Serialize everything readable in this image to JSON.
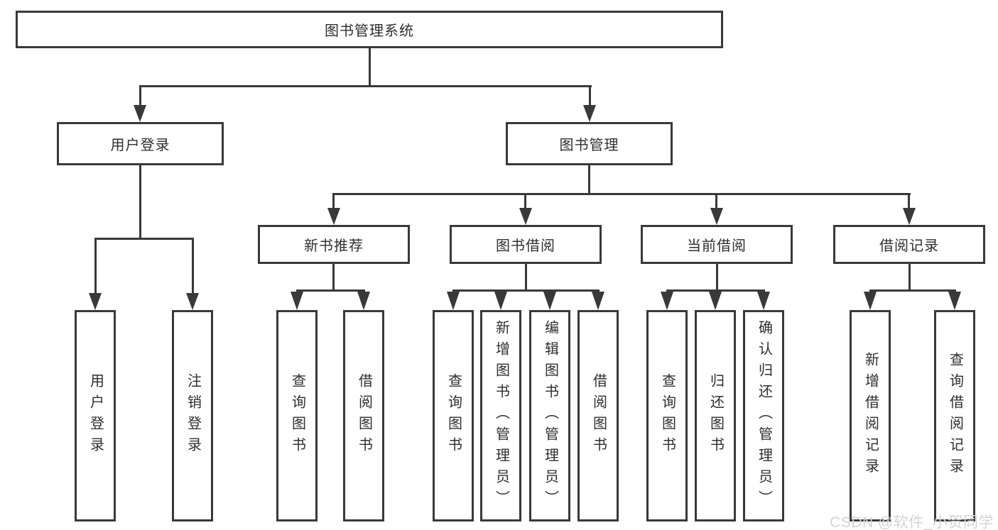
{
  "title": "图书管理系统",
  "level2": {
    "user_login": "用户登录",
    "book_management": "图书管理"
  },
  "level3": {
    "new_book_recommend": "新书推荐",
    "book_borrow": "图书借阅",
    "current_borrow": "当前借阅",
    "borrow_records": "借阅记录"
  },
  "leaves": {
    "user_login": [
      "用户登录",
      "注销登录"
    ],
    "new_book_recommend": [
      "查询图书",
      "借阅图书"
    ],
    "book_borrow": [
      "查询图书",
      "新增图书（管理员）",
      "编辑图书（管理员）",
      "借阅图书"
    ],
    "current_borrow": [
      "查询图书",
      "归还图书",
      "确认归还（管理员）"
    ],
    "borrow_records": [
      "新增借阅记录",
      "查询借阅记录"
    ]
  },
  "watermark": "CSDN @软件_小贺同学",
  "colors": {
    "line": "#39393b",
    "text": "#2e2e30",
    "watermark": "#d5d2d8",
    "background": "#ffffff"
  }
}
